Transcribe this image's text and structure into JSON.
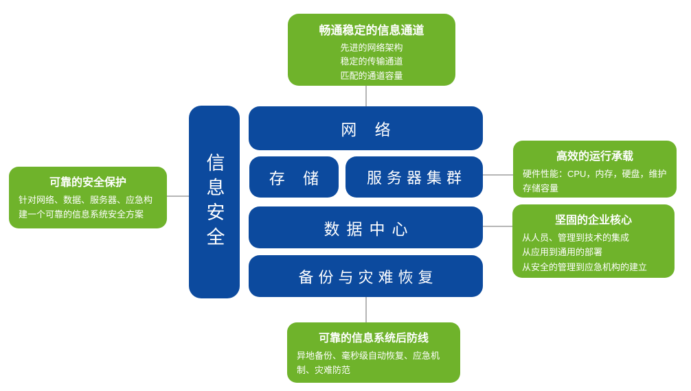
{
  "diagram": {
    "top_panel": {
      "title": "畅通稳定的信息通道",
      "lines": [
        "先进的网络架构",
        "稳定的传输通道",
        "匹配的通道容量"
      ]
    },
    "left_panel": {
      "title": "可靠的安全保护",
      "body": "针对网络、数据、服务器、应急构建一个可靠的信息系统安全方案"
    },
    "right_panel_top": {
      "title": "高效的运行承载",
      "body": "硬件性能：CPU，内存，硬盘，维护存储容量"
    },
    "right_panel_bottom": {
      "title": "坚固的企业核心",
      "lines": [
        "从人员、管理到技术的集成",
        "从应用到通用的部署",
        "从安全的管理到应急机构的建立"
      ]
    },
    "bottom_panel": {
      "title": "可靠的信息系统后防线",
      "body": "异地备份、毫秒级自动恢复、应急机制、灾难防范"
    },
    "pillar": {
      "label": "信息安全"
    },
    "blue_boxes": {
      "network": "网 络",
      "storage": "存 储",
      "server_cluster": "服务器集群",
      "data_center": "数据中心",
      "backup_recovery": "备份与灾难恢复"
    },
    "colors": {
      "green": "#6fb32b",
      "blue": "#0c4a9e",
      "connector": "#b5b5b5",
      "text": "#ffffff"
    }
  }
}
